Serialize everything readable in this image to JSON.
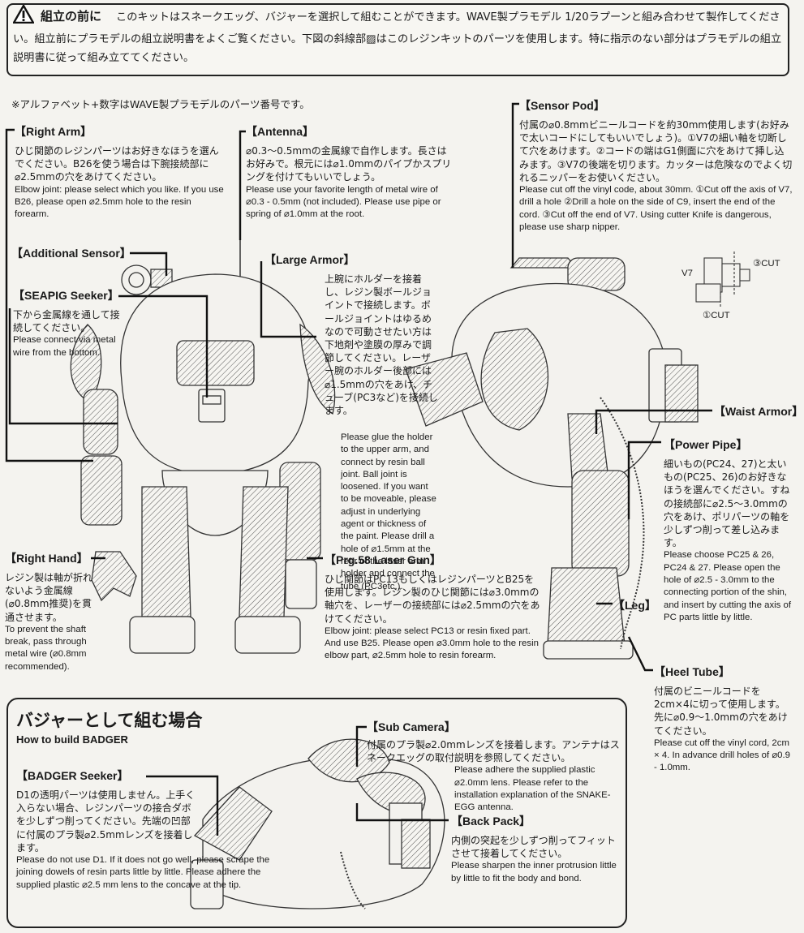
{
  "notice": {
    "title": "組立の前に",
    "text": "このキットはスネークエッグ、バジャーを選択して組むことができます。WAVE製プラモデル 1/20ラプーンと組み合わせて製作してください。組立前にプラモデルの組立説明書をよくご覧ください。下図の斜線部▨はこのレジンキットのパーツを使用します。特に指示のない部分はプラモデルの組立説明書に従って組み立ててください。"
  },
  "parts_note": "※アルファベット+数字はWAVE製プラモデルのパーツ番号です。",
  "sections": {
    "right_arm": {
      "heading": "【Right Arm】",
      "jp": "ひじ関節のレジンパーツはお好きなほうを選んでください。B26を使う場合は下腕接続部に⌀2.5mmの穴をあけてください。",
      "en": "Elbow joint: please select which you like. If you use B26, please open ⌀2.5mm hole to the resin forearm."
    },
    "antenna": {
      "heading": "【Antenna】",
      "jp": "⌀0.3～0.5mmの金属線で自作します。長さはお好みで。根元には⌀1.0mmのパイプかスプリングを付けてもいいでしょう。",
      "en": "Please use your favorite length of metal wire of ⌀0.3 - 0.5mm (not included). Please use pipe or spring of ⌀1.0mm at the root."
    },
    "sensor_pod": {
      "heading": "【Sensor Pod】",
      "jp": "付属の⌀0.8mmビニールコードを約30mm使用します(お好みで太いコードにしてもいいでしょう)。①V7の細い軸を切断して穴をあけます。②コードの端はG1側面に穴をあけて挿し込みます。③V7の後端を切ります。カッターは危険なのでよく切れるニッパーをお使いください。",
      "en": "Please cut off the vinyl code, about 30mm. ①Cut off the axis of V7, drill a hole ②Drill a hole on the side of C9, insert the end of the cord. ③Cut off the end of V7. Using cutter Knife is dangerous, please use sharp nipper."
    },
    "additional_sensor": {
      "heading": "【Additional Sensor】"
    },
    "seapig_seeker": {
      "heading": "【SEAPIG Seeker】",
      "jp": "下から金属線を通して接続してください。",
      "en": "Please connect via metal wire from the bottom."
    },
    "large_armor": {
      "heading": "【Large Armor】",
      "jp": "上腕にホルダーを接着し、レジン製ボールジョイントで接続します。ボールジョイントはゆるめなので可動させたい方は下地剤や塗膜の厚みで調節してください。レーザー腕のホルダー後部には⌀1.5mmの穴をあけ、チューブ(PC3など)を接続します。",
      "en": "Please glue the holder to the upper arm, and connect by resin ball joint. Ball joint is loosened. If you want to be moveable, please adjust in underlying agent or thickness of the paint. Please drill a hole of ⌀1.5mm at the rear of the laser arm holder and connect the tube (PC3etc.)."
    },
    "v7_diagram": {
      "label": "V7",
      "cut1": "①CUT",
      "cut3": "③CUT"
    },
    "waist_armor": {
      "heading": "【Waist Armor】"
    },
    "power_pipe": {
      "heading": "【Power Pipe】",
      "jp": "細いもの(PC24、27)と太いもの(PC25、26)のお好きなほうを選んでください。すねの接続部に⌀2.5～3.0mmの穴をあけ、ポリパーツの軸を少しずつ削って差し込みます。",
      "en": "Please choose PC25 & 26, PC24 & 27. Please open the hole of ⌀2.5 - 3.0mm to the connecting portion of the shin, and insert by cutting the axis of PC parts little by little."
    },
    "right_hand": {
      "heading": "【Right Hand】",
      "jp": "レジン製は軸が折れないよう金属線(⌀0.8mm推奨)を貫通させます。",
      "en": "To prevent the shaft break, pass through metal wire (⌀0.8mm recommended)."
    },
    "laser_gun": {
      "heading": "【Prg.58 Laser Gun】",
      "jp": "ひじ関節はPC13もしくはレジンパーツとB25を使用します。レジン製のひじ関節には⌀3.0mmの軸穴を、レーザーの接続部には⌀2.5mmの穴をあけてください。",
      "en": "Elbow joint: please select PC13 or resin fixed part. And use B25. Please open ⌀3.0mm hole to the resin elbow part, ⌀2.5mm hole to resin forearm."
    },
    "leg": {
      "heading": "【Leg】"
    },
    "heel_tube": {
      "heading": "【Heel Tube】",
      "jp": "付属のビニールコードを2cm×4に切って使用します。先に⌀0.9～1.0mmの穴をあけてください。",
      "en": "Please cut off the vinyl cord, 2cm × 4. In advance drill holes of ⌀0.9 - 1.0mm."
    }
  },
  "badger": {
    "title": "バジャーとして組む場合",
    "subtitle": "How to build BADGER",
    "seeker": {
      "heading": "【BADGER Seeker】",
      "jp": "D1の透明パーツは使用しません。上手く入らない場合、レジンパーツの接合ダボを少しずつ削ってください。先端の凹部に付属のプラ製⌀2.5mmレンズを接着します。",
      "en": "Please do not use D1. If it does not go well, please scrape the joining dowels of resin parts little by little. Please adhere the supplied plastic ⌀2.5 mm lens to the concave at the tip."
    },
    "sub_camera": {
      "heading": "【Sub Camera】",
      "jp": "付属のプラ製⌀2.0mmレンズを接着します。アンテナはスネークエッグの取付説明を参照してください。",
      "en": "Please adhere the supplied plastic ⌀2.0mm lens. Please refer to the installation explanation of the SNAKE-EGG antenna."
    },
    "back_pack": {
      "heading": "【Back Pack】",
      "jp": "内側の突起を少しずつ削ってフィットさせて接着してください。",
      "en": "Please sharpen the inner protrusion little by little to fit the body and bond."
    }
  }
}
